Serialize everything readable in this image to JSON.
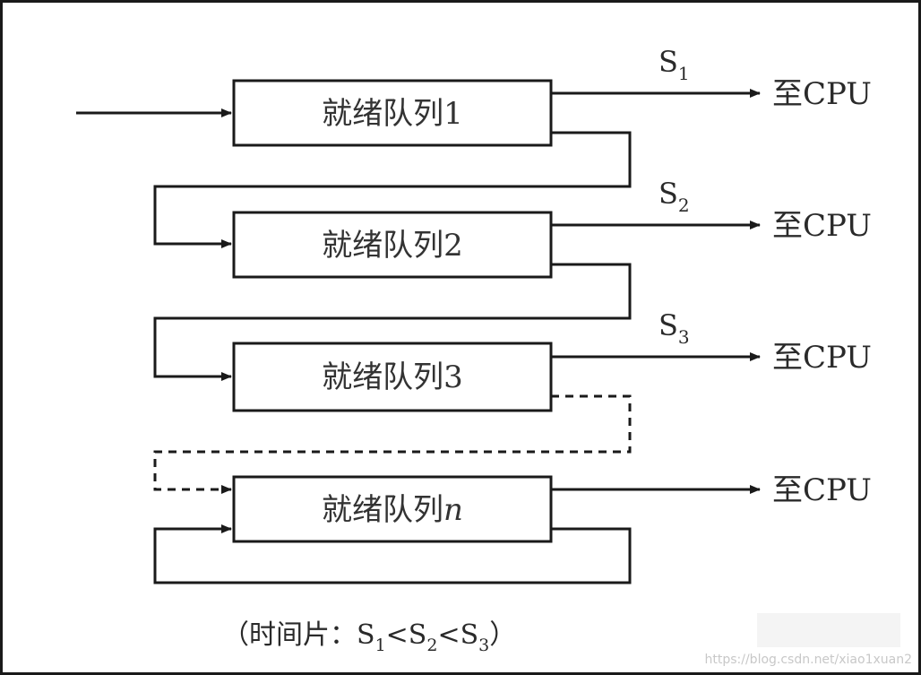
{
  "queues": [
    {
      "label": "就绪队列",
      "num": "1",
      "italic": false
    },
    {
      "label": "就绪队列",
      "num": "2",
      "italic": false
    },
    {
      "label": "就绪队列",
      "num": "3",
      "italic": false
    },
    {
      "label": "就绪队列",
      "num": "n",
      "italic": true
    }
  ],
  "outputs": [
    "至CPU",
    "至CPU",
    "至CPU",
    "至CPU"
  ],
  "slices": [
    {
      "letter": "S",
      "sub": "1"
    },
    {
      "letter": "S",
      "sub": "2"
    },
    {
      "letter": "S",
      "sub": "3"
    }
  ],
  "caption": {
    "prefix": "（时间片：",
    "s": "S",
    "sub1": "1",
    "lt": "<",
    "sub2": "2",
    "sub3": "3",
    "suffix": "）"
  },
  "watermark": "https://blog.csdn.net/xiao1xuan2"
}
